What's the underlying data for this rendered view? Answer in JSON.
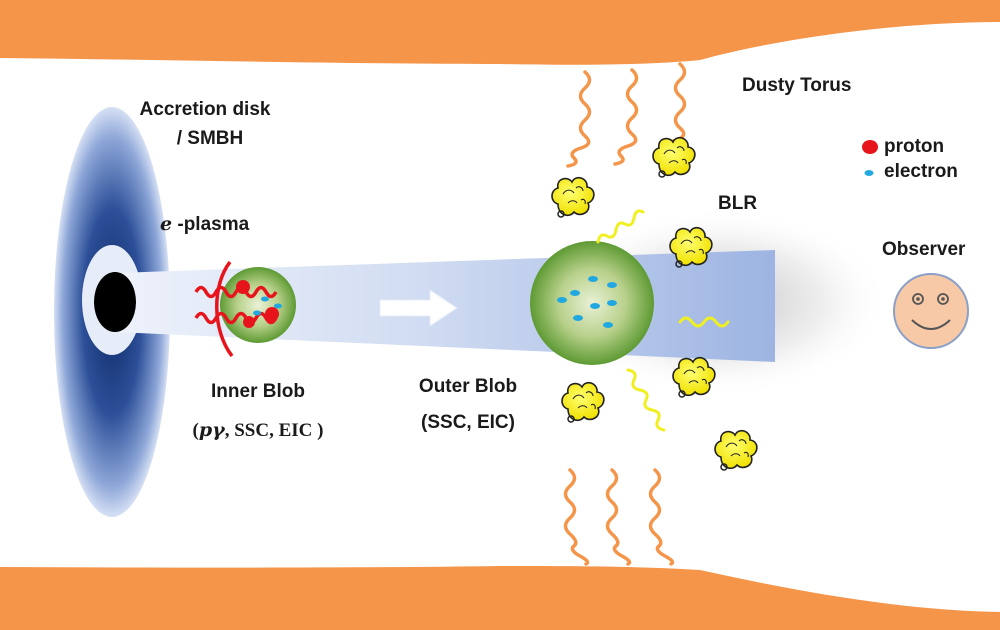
{
  "labels": {
    "accretion_line1": "Accretion disk",
    "accretion_line2": "/ SMBH",
    "plasma_symbol": "e",
    "plasma_text": "-plasma",
    "inner_blob": "Inner Blob",
    "inner_open": "(",
    "inner_sym": "pγ",
    "inner_rest": ", SSC, EIC )",
    "outer_blob": "Outer Blob",
    "outer_proc": "(SSC, EIC)",
    "dusty_torus": "Dusty Torus",
    "blr": "BLR",
    "observer": "Observer"
  },
  "legend": {
    "proton": "proton",
    "electron": "electron",
    "proton_color": "#e8141c",
    "electron_color": "#21a8e0"
  },
  "colors": {
    "torus": "#f4954a",
    "jet": "#a9bde6",
    "disk": "#1c3a78",
    "blob": "#6ea53c",
    "cloud": "#f5f21e",
    "yellow_wave": "#f0f020",
    "face": "#f8c9a6"
  },
  "icons": [
    "black-hole-icon",
    "arrow-right-icon",
    "smiley-face-icon",
    "cloud-icon",
    "wavy-photon-icon"
  ]
}
